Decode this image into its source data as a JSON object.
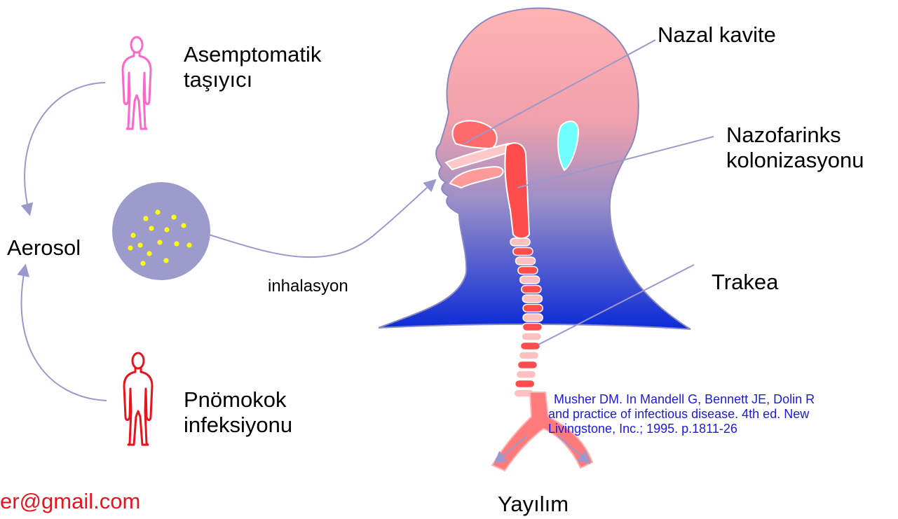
{
  "labels": {
    "asymptomatic_line1": "Asemptomatik",
    "asymptomatic_line2": "taşıyıcı",
    "aerosol": "Aerosol",
    "inhalation": "inhalasyon",
    "infection_line1": "Pnömokok",
    "infection_line2": "infeksiyonu",
    "nasal_cavity": "Nazal kavite",
    "nasopharynx_line1": "Nazofarinks",
    "nasopharynx_line2": "kolonizasyonu",
    "trachea": "Trakea",
    "spread": "Yayılım",
    "email_fragment": "er@gmail.com"
  },
  "reference": {
    "line1": "Musher DM. In Mandell G, Bennett JE, Dolin R",
    "line2": "and practice of infectious disease. 4th ed. New",
    "line3": "Livingstone, Inc.; 1995. p.1811-26"
  },
  "colors": {
    "arrow": "#9a98cc",
    "carrier_figure": "#ff66cc",
    "infected_figure": "#e8141c",
    "aerosol_disc": "#9d9bcc",
    "particles": "#ffff00",
    "head_top": "#ffb3b3",
    "head_bottom": "#0a2bd6",
    "airway": "#ff4d4d",
    "airway_light": "#ffc0c0",
    "cyan_ear": "#6fffff",
    "reference_text": "#1a1adf",
    "email_text": "#e8141c"
  },
  "icons": [
    "person-outline-icon",
    "aerosol-particles-icon"
  ]
}
